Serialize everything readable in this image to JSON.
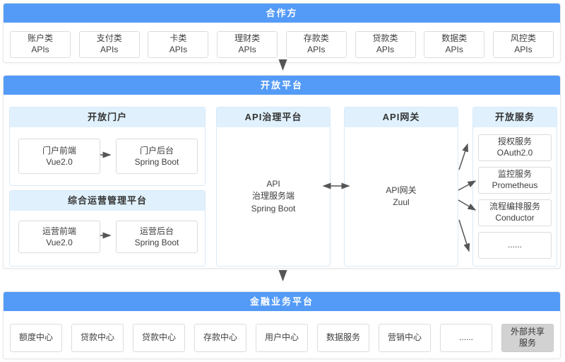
{
  "colors": {
    "header_blue": "#549bf7",
    "subheader_light_blue": "#e0f1fd",
    "box_border": "#dcdcdc",
    "gray_box_bg": "#d2d2d2",
    "arrow": "#555555",
    "text": "#404040"
  },
  "partners": {
    "title": "合作方",
    "items": [
      {
        "name": "账户类",
        "sub": "APIs"
      },
      {
        "name": "支付类",
        "sub": "APIs"
      },
      {
        "name": "卡类",
        "sub": "APIs"
      },
      {
        "name": "理财类",
        "sub": "APIs"
      },
      {
        "name": "存款类",
        "sub": "APIs"
      },
      {
        "name": "贷款类",
        "sub": "APIs"
      },
      {
        "name": "数据类",
        "sub": "APIs"
      },
      {
        "name": "风控类",
        "sub": "APIs"
      }
    ]
  },
  "open_platform": {
    "title": "开放平台",
    "portal": {
      "title": "开放门户",
      "frontend": {
        "name": "门户前端",
        "tech": "Vue2.0"
      },
      "backend": {
        "name": "门户后台",
        "tech": "Spring Boot"
      }
    },
    "operation": {
      "title": "综合运营管理平台",
      "frontend": {
        "name": "运营前端",
        "tech": "Vue2.0"
      },
      "backend": {
        "name": "运营后台",
        "tech": "Spring Boot"
      }
    },
    "governance": {
      "title": "API治理平台",
      "node": {
        "line1": "API",
        "line2": "治理服务端",
        "line3": "Spring Boot"
      }
    },
    "gateway": {
      "title": "API网关",
      "node": {
        "line1": "API网关",
        "line2": "Zuul"
      }
    },
    "services": {
      "title": "开放服务",
      "items": [
        {
          "line1": "授权服务",
          "line2": "OAuth2.0"
        },
        {
          "line1": "监控服务",
          "line2": "Prometheus"
        },
        {
          "line1": "流程编排服务",
          "line2": "Conductor"
        },
        {
          "line1": "......",
          "line2": ""
        }
      ]
    }
  },
  "finance_platform": {
    "title": "金融业务平台",
    "items": [
      {
        "label": "额度中心"
      },
      {
        "label": "贷款中心"
      },
      {
        "label": "贷款中心"
      },
      {
        "label": "存款中心"
      },
      {
        "label": "用户中心"
      },
      {
        "label": "数据服务"
      },
      {
        "label": "营销中心"
      },
      {
        "label": "......"
      },
      {
        "label": "外部共享服务",
        "line1": "外部共享",
        "line2": "服务"
      }
    ]
  }
}
